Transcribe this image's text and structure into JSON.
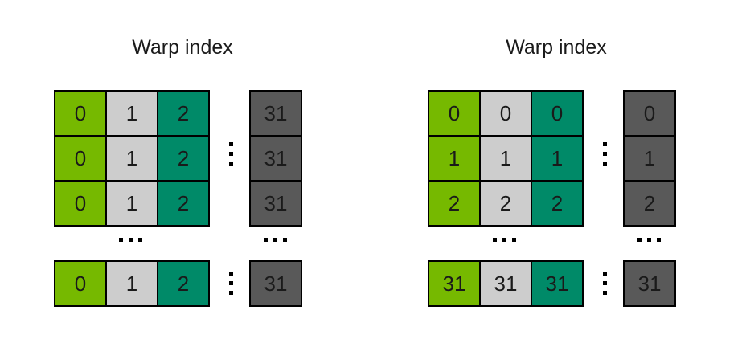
{
  "colors": {
    "green": "#76B900",
    "lightgray": "#CDCDCD",
    "teal": "#008A68",
    "darkgray": "#595959",
    "border": "#000000",
    "text": "#1A1A1A",
    "background": "#FFFFFF"
  },
  "icons": {
    "vertical_ellipsis": "⋮",
    "horizontal_ellipsis": "…"
  },
  "diagrams": [
    {
      "title": "Warp index",
      "grid": [
        [
          "0",
          "1",
          "2"
        ],
        [
          "0",
          "1",
          "2"
        ],
        [
          "0",
          "1",
          "2"
        ]
      ],
      "side_column": [
        "31",
        "31",
        "31"
      ],
      "bottom_row": [
        "0",
        "1",
        "2"
      ],
      "bottom_side_cell": "31"
    },
    {
      "title": "Warp index",
      "grid": [
        [
          "0",
          "0",
          "0"
        ],
        [
          "1",
          "1",
          "1"
        ],
        [
          "2",
          "2",
          "2"
        ]
      ],
      "side_column": [
        "0",
        "1",
        "2"
      ],
      "bottom_row": [
        "31",
        "31",
        "31"
      ],
      "bottom_side_cell": "31"
    }
  ]
}
